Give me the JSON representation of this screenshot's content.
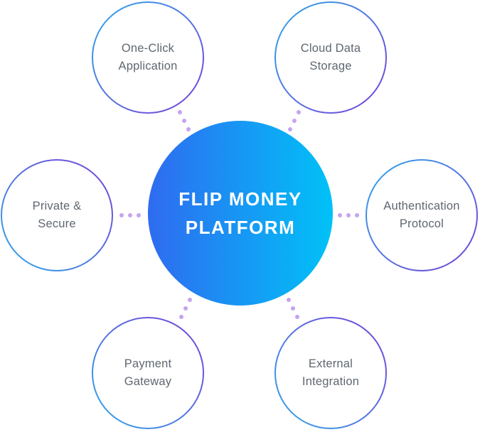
{
  "hub": {
    "line1": "FLIP MONEY",
    "line2": "PLATFORM"
  },
  "nodes": [
    {
      "id": "one-click-application",
      "line1": "One-Click",
      "line2": "Application"
    },
    {
      "id": "cloud-data-storage",
      "line1": "Cloud Data",
      "line2": "Storage"
    },
    {
      "id": "private-secure",
      "line1": "Private &",
      "line2": "Secure"
    },
    {
      "id": "authentication-protocol",
      "line1": "Authentication",
      "line2": "Protocol"
    },
    {
      "id": "payment-gateway",
      "line1": "Payment",
      "line2": "Gateway"
    },
    {
      "id": "external-integration",
      "line1": "External",
      "line2": "Integration"
    }
  ],
  "colors": {
    "hub_gradient_start": "#2f6bf0",
    "hub_gradient_end": "#00c2f7",
    "ring_blue": "#2fa8ea",
    "ring_purple": "#7a3fd8",
    "connector_dots": "#c6a3ee",
    "node_text": "#5f6770",
    "hub_text": "#ffffff"
  }
}
